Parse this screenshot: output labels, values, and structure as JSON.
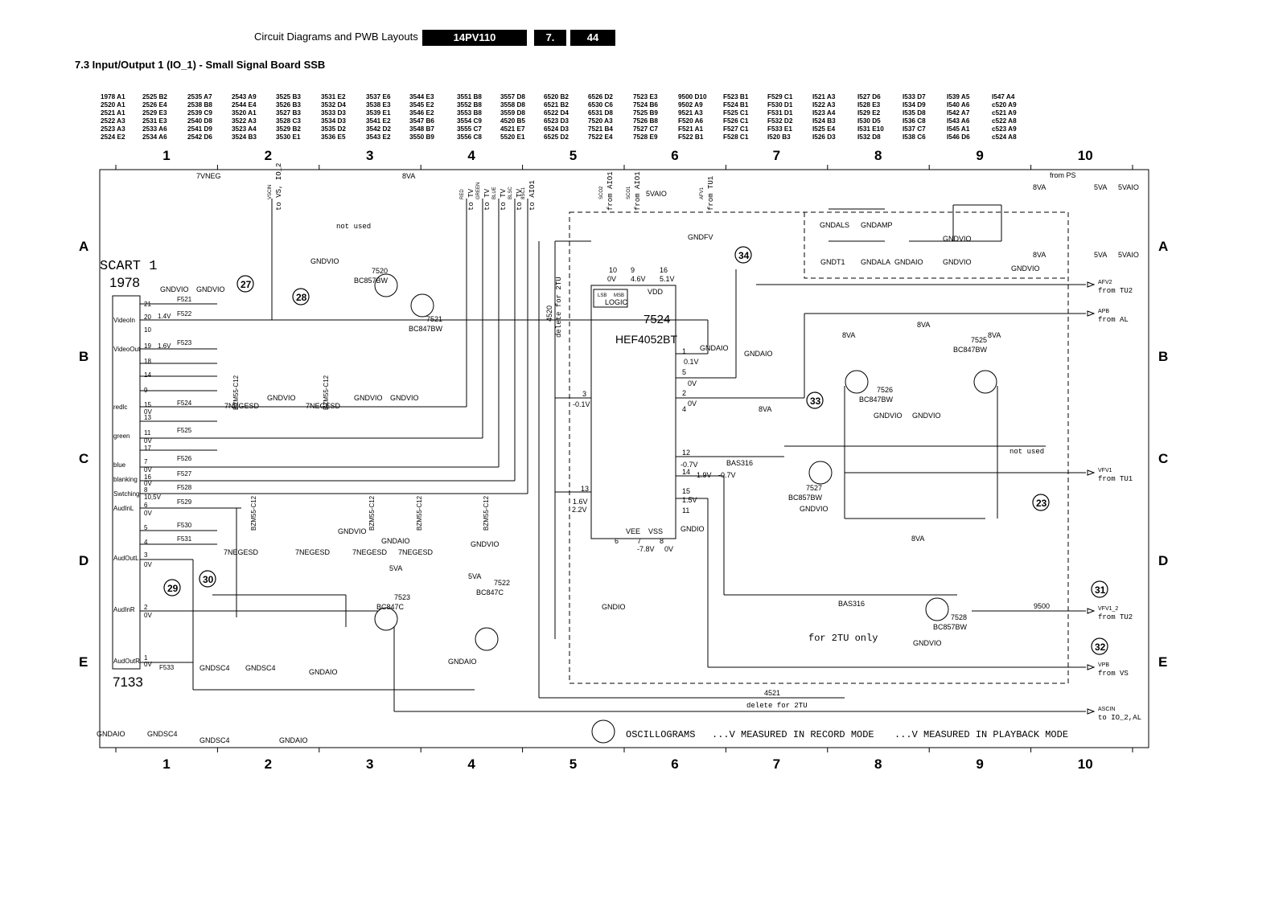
{
  "header": {
    "title": "Circuit Diagrams and PWB Layouts",
    "model": "14PV110",
    "chapter": "7.",
    "page": "44"
  },
  "section_title": "7.3    Input/Output 1 (IO_1) - Small Signal Board SSB",
  "reference_columns": [
    [
      "1978 A1",
      "2520 A1",
      "2521 A1",
      "2522 A3",
      "2523 A3",
      "2524 E2"
    ],
    [
      "2525 B2",
      "2526 E4",
      "2529 E3",
      "2531 E3",
      "2533 A6",
      "2534 A6"
    ],
    [
      "2535 A7",
      "2538 B8",
      "2539 C9",
      "2540 D8",
      "2541 D9",
      "2542 D6"
    ],
    [
      "2543 A9",
      "2544 E4",
      "3520 A1",
      "3522 A3",
      "3523 A4",
      "3524 B3"
    ],
    [
      "3525 B3",
      "3526 B3",
      "3527 B3",
      "3528 C3",
      "3529 B2",
      "3530 E1"
    ],
    [
      "3531 E2",
      "3532 D4",
      "3533 D3",
      "3534 D3",
      "3535 D2",
      "3536 E5"
    ],
    [
      "3537 E6",
      "3538 E3",
      "3539 E1",
      "3541 E2",
      "3542 D2",
      "3543 E2"
    ],
    [
      "3544 E3",
      "3545 E2",
      "3546 E2",
      "3547 B6",
      "3548 B7",
      "3550 B9"
    ],
    [
      "3551 B8",
      "3552 B8",
      "3553 B8",
      "3554 C9",
      "3555 C7",
      "3556 C8"
    ],
    [
      "3557 D8",
      "3558 D8",
      "3559 D8",
      "4520 B5",
      "4521 E7",
      "5520 E1"
    ],
    [
      "6520 B2",
      "6521 B2",
      "6522 D4",
      "6523 D3",
      "6524 D3",
      "6525 D2"
    ],
    [
      "6526 D2",
      "6530 C6",
      "6531 D8",
      "7520 A3",
      "7521 B4",
      "7522 E4"
    ],
    [
      "7523 E3",
      "7524 B6",
      "7525 B9",
      "7526 B8",
      "7527 C7",
      "7528 E9"
    ],
    [
      "9500 D10",
      "9502 A9",
      "9521 A3",
      "F520 A6",
      "F521 A1",
      "F522 B1"
    ],
    [
      "F523 B1",
      "F524 B1",
      "F525 C1",
      "F526 C1",
      "F527 C1",
      "F528 C1"
    ],
    [
      "F529 C1",
      "F530 D1",
      "F531 D1",
      "F532 D2",
      "F533 E1",
      "I520 B3"
    ],
    [
      "I521 A3",
      "I522 A3",
      "I523 A4",
      "I524 B3",
      "I525 E4",
      "I526 D3"
    ],
    [
      "I527 D6",
      "I528 E3",
      "I529 E2",
      "I530 D5",
      "I531 E10",
      "I532 D8"
    ],
    [
      "I533 D7",
      "I534 D9",
      "I535 D8",
      "I536 C8",
      "I537 C7",
      "I538 C6"
    ],
    [
      "I539 A5",
      "I540 A6",
      "I542 A7",
      "I543 A6",
      "I545 A1",
      "I546 D6"
    ],
    [
      "I547 A4",
      "c520 A9",
      "c521 A9",
      "c522 A8",
      "c523 A9",
      "c524 A8"
    ]
  ],
  "grid": {
    "columns": [
      "1",
      "2",
      "3",
      "4",
      "5",
      "6",
      "7",
      "8",
      "9",
      "10"
    ],
    "rows": [
      "A",
      "B",
      "C",
      "D",
      "E"
    ]
  },
  "scart": {
    "title": "SCART 1",
    "ref": "1978",
    "connector_ref": "7133",
    "signals": [
      "VideoIn",
      "VideoOut",
      "redlc",
      "green",
      "blue",
      "blanking",
      "Swtching",
      "AudInL",
      "AudOutL",
      "AudInR",
      "AudOutR"
    ],
    "pins": [
      "21",
      "20",
      "10",
      "19",
      "18",
      "14",
      "9",
      "15",
      "13",
      "11",
      "17",
      "7",
      "16",
      "8",
      "6",
      "5",
      "4",
      "3",
      "2",
      "1"
    ],
    "voltages": [
      "1.4V",
      "1.6V",
      "0V",
      "0V",
      "0V",
      "0V",
      "10,5V",
      "0V",
      "0V",
      "0V",
      "0V"
    ],
    "fuses": [
      "F521",
      "F522",
      "F523",
      "F524",
      "F525",
      "F526",
      "F527",
      "F528",
      "F529",
      "F530",
      "F531",
      "F533"
    ]
  },
  "ic": {
    "ref": "7524",
    "type": "HEF4052BT",
    "logic_label": "LOGIC",
    "lsb": "LSB",
    "msb": "MSB",
    "vdd": "VDD",
    "vee": "VEE",
    "vss": "VSS",
    "pins": [
      "10",
      "9",
      "16",
      "1",
      "5",
      "2",
      "4",
      "12",
      "14",
      "15",
      "11",
      "3",
      "13",
      "6",
      "7",
      "8"
    ],
    "pin_voltages": [
      "0V",
      "4.6V",
      "5.1V",
      "0.1V",
      "0V",
      "0V",
      "-0.1V",
      "-0.7V",
      "-0.7V",
      "1.5V",
      "1.6V",
      "2.2V",
      "-7.8V",
      "0V",
      "1.9V"
    ]
  },
  "transistors": [
    {
      "ref": "7520",
      "type": "BC857BW"
    },
    {
      "ref": "7521",
      "type": "BC847BW"
    },
    {
      "ref": "7522",
      "type": "BC847C"
    },
    {
      "ref": "7523",
      "type": "BC847C"
    },
    {
      "ref": "7525",
      "type": "BC847BW"
    },
    {
      "ref": "7526",
      "type": "BC847BW"
    },
    {
      "ref": "7527",
      "type": "BC857BW"
    },
    {
      "ref": "7528",
      "type": "BC857BW"
    }
  ],
  "diodes": [
    "BZM55-C12",
    "BAS316"
  ],
  "rails": [
    "7VNEG",
    "8VA",
    "5VA",
    "5VAIO",
    "GNDVIO",
    "GNDAIO",
    "GNDSC4",
    "GNDIO",
    "GNDFV",
    "GNDALS",
    "GNDAMP",
    "GNDT1",
    "GNDALA",
    "7NEGESD"
  ],
  "callouts": [
    "27",
    "28",
    "29",
    "30",
    "31",
    "32",
    "33",
    "34",
    "23"
  ],
  "right_signals": [
    {
      "net": "AFV2",
      "label": "from TU2"
    },
    {
      "net": "APB",
      "label": "from AL"
    },
    {
      "net": "VFV1",
      "label": "from TU1"
    },
    {
      "net": "VFV1_2",
      "label": "from TU2"
    },
    {
      "net": "VPB",
      "label": "from VS"
    },
    {
      "net": "ASCIN",
      "label": "to IO_2,AL"
    }
  ],
  "top_signals": [
    {
      "net": "VSCIN",
      "label": "to VS, IO_2"
    },
    {
      "net": "RED",
      "label": "to TV"
    },
    {
      "net": "GREEN",
      "label": "to TV"
    },
    {
      "net": "BLUE",
      "label": "to TV"
    },
    {
      "net": "BLSC",
      "label": "to TV"
    },
    {
      "net": "8SC1",
      "label": "to AIO1"
    },
    {
      "net": "SCO2",
      "label": "from AIO1"
    },
    {
      "net": "SCO1",
      "label": "from AIO1"
    },
    {
      "net": "AFV1",
      "label": "from TU1"
    }
  ],
  "notes": {
    "from_ps": "from PS",
    "delete_2tu": "delete for 2TU",
    "for_2tu_only": "for 2TU only",
    "not_used": "not used",
    "oscillograms": "OSCILLOGRAMS",
    "record": "...V    MEASURED IN RECORD MODE",
    "playback": "...V    MEASURED IN PLAYBACK MODE",
    "net_4520": "4520",
    "net_4521": "4521",
    "net_9500": "9500"
  }
}
